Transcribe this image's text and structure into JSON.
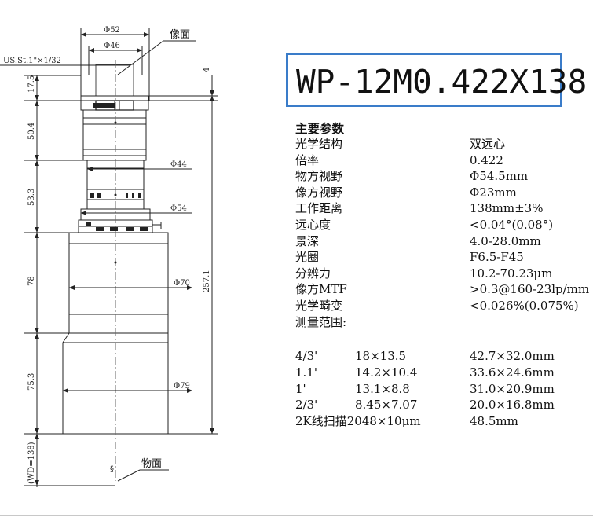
{
  "title": "WP-12M0.422X138",
  "drawing": {
    "image_plane_label": "像面",
    "object_plane_label": "物面",
    "mount_label": "US.St.1\"×1/32",
    "top_diameters": [
      "Φ52",
      "Φ46"
    ],
    "side_diameters": [
      "Φ44",
      "Φ54",
      "Φ70",
      "Φ79"
    ],
    "lengths": [
      "17.5",
      "50.4",
      "53.3",
      "78",
      "75.3"
    ],
    "total_length": "257.1",
    "working_distance": "(WD=138)",
    "right_gap": "4",
    "symbol": "§"
  },
  "specs": {
    "heading": "主要参数",
    "rows": [
      {
        "key": "光学结构",
        "value": "双远心"
      },
      {
        "key": "倍率",
        "value": "0.422"
      },
      {
        "key": "物方视野",
        "value": "Φ54.5mm"
      },
      {
        "key": "像方视野",
        "value": "Φ23mm"
      },
      {
        "key": "工作距离",
        "value": "138mm±3%"
      },
      {
        "key": "远心度",
        "value": "<0.04°(0.08°)"
      },
      {
        "key": "景深",
        "value": "4.0-28.0mm"
      },
      {
        "key": "光圈",
        "value": "F6.5-F45"
      },
      {
        "key": "分辨力",
        "value": "10.2-70.23μm"
      },
      {
        "key": "像方MTF",
        "value": ">0.3@160-23lp/mm"
      },
      {
        "key": "光学畸变",
        "value": "<0.026%(0.075%)"
      },
      {
        "key": "测量范围:",
        "value": ""
      }
    ]
  },
  "sensors": [
    {
      "name": "4/3'",
      "size": "18×13.5",
      "fov": "42.7×32.0mm"
    },
    {
      "name": "1.1'",
      "size": "14.2×10.4",
      "fov": "33.6×24.6mm"
    },
    {
      "name": "1'",
      "size": "13.1×8.8",
      "fov": "31.0×20.9mm"
    },
    {
      "name": "2/3'",
      "size": "8.45×7.07",
      "fov": "20.0×16.8mm"
    },
    {
      "name": "2K线扫描2048×10μm",
      "size": "",
      "fov": "48.5mm"
    }
  ]
}
